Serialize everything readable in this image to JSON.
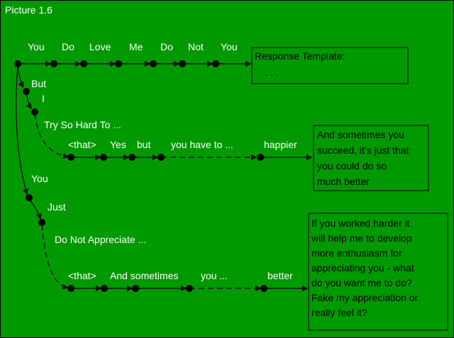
{
  "title": "Picture 1.6",
  "top_row": {
    "words": [
      "You",
      "Do",
      "Love",
      "Me",
      "Do",
      "Not",
      "You"
    ],
    "response_title": "Response Template:",
    "response_ellipsis": ". . ."
  },
  "branch1": {
    "but": "But",
    "i": "I",
    "try": "Try So Hard To ...",
    "words": [
      "<that>",
      "Yes",
      "but",
      "you have to ...",
      "happier"
    ],
    "response_lines": [
      "And sometimes you",
      "succeed, it's just that",
      "you could do so",
      "much better"
    ]
  },
  "branch2": {
    "you": "You",
    "just": "Just",
    "appreciate": "Do Not Appreciate ...",
    "words": [
      "<that>",
      "And sometimes",
      "you ...",
      "better"
    ],
    "response_lines": [
      "If you worked harder it",
      "will help me to develop",
      "more enthusiasm for",
      "appreciating you - what",
      "do you want me to do?",
      "Fake my appreciation or",
      "really feel it?"
    ]
  }
}
